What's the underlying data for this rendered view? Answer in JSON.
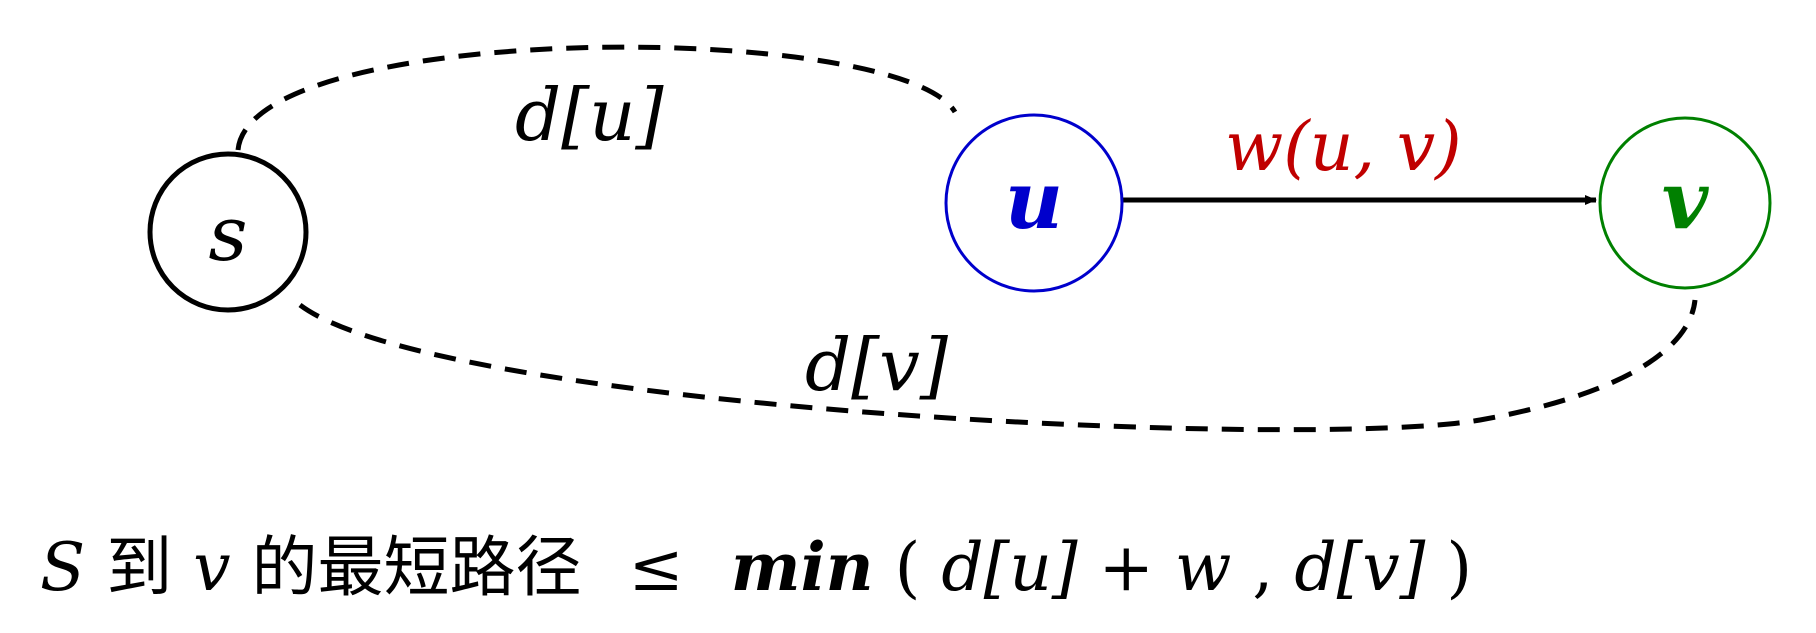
{
  "nodes": {
    "s": {
      "label": "s",
      "color": "#000000"
    },
    "u": {
      "label": "u",
      "color": "#0000cc"
    },
    "v": {
      "label": "v",
      "color": "#008000"
    }
  },
  "edges": {
    "s_to_u": {
      "label": "d[u]",
      "style": "dashed",
      "color": "#000000"
    },
    "s_to_v": {
      "label": "d[v]",
      "style": "dashed",
      "color": "#000000"
    },
    "u_to_v": {
      "label": "w(u, v)",
      "style": "solid-arrow",
      "color": "#000000",
      "label_color": "#c00000"
    }
  },
  "formula": {
    "prefix": "S",
    "to_text": "到",
    "target": "v",
    "phrase": "的最短路径",
    "relation": "≤",
    "func": "min",
    "open": "(",
    "term1": "d[u]",
    "plus": " + ",
    "term2": "w",
    "sep": ", ",
    "term3": "d[v]",
    "close": ")"
  }
}
